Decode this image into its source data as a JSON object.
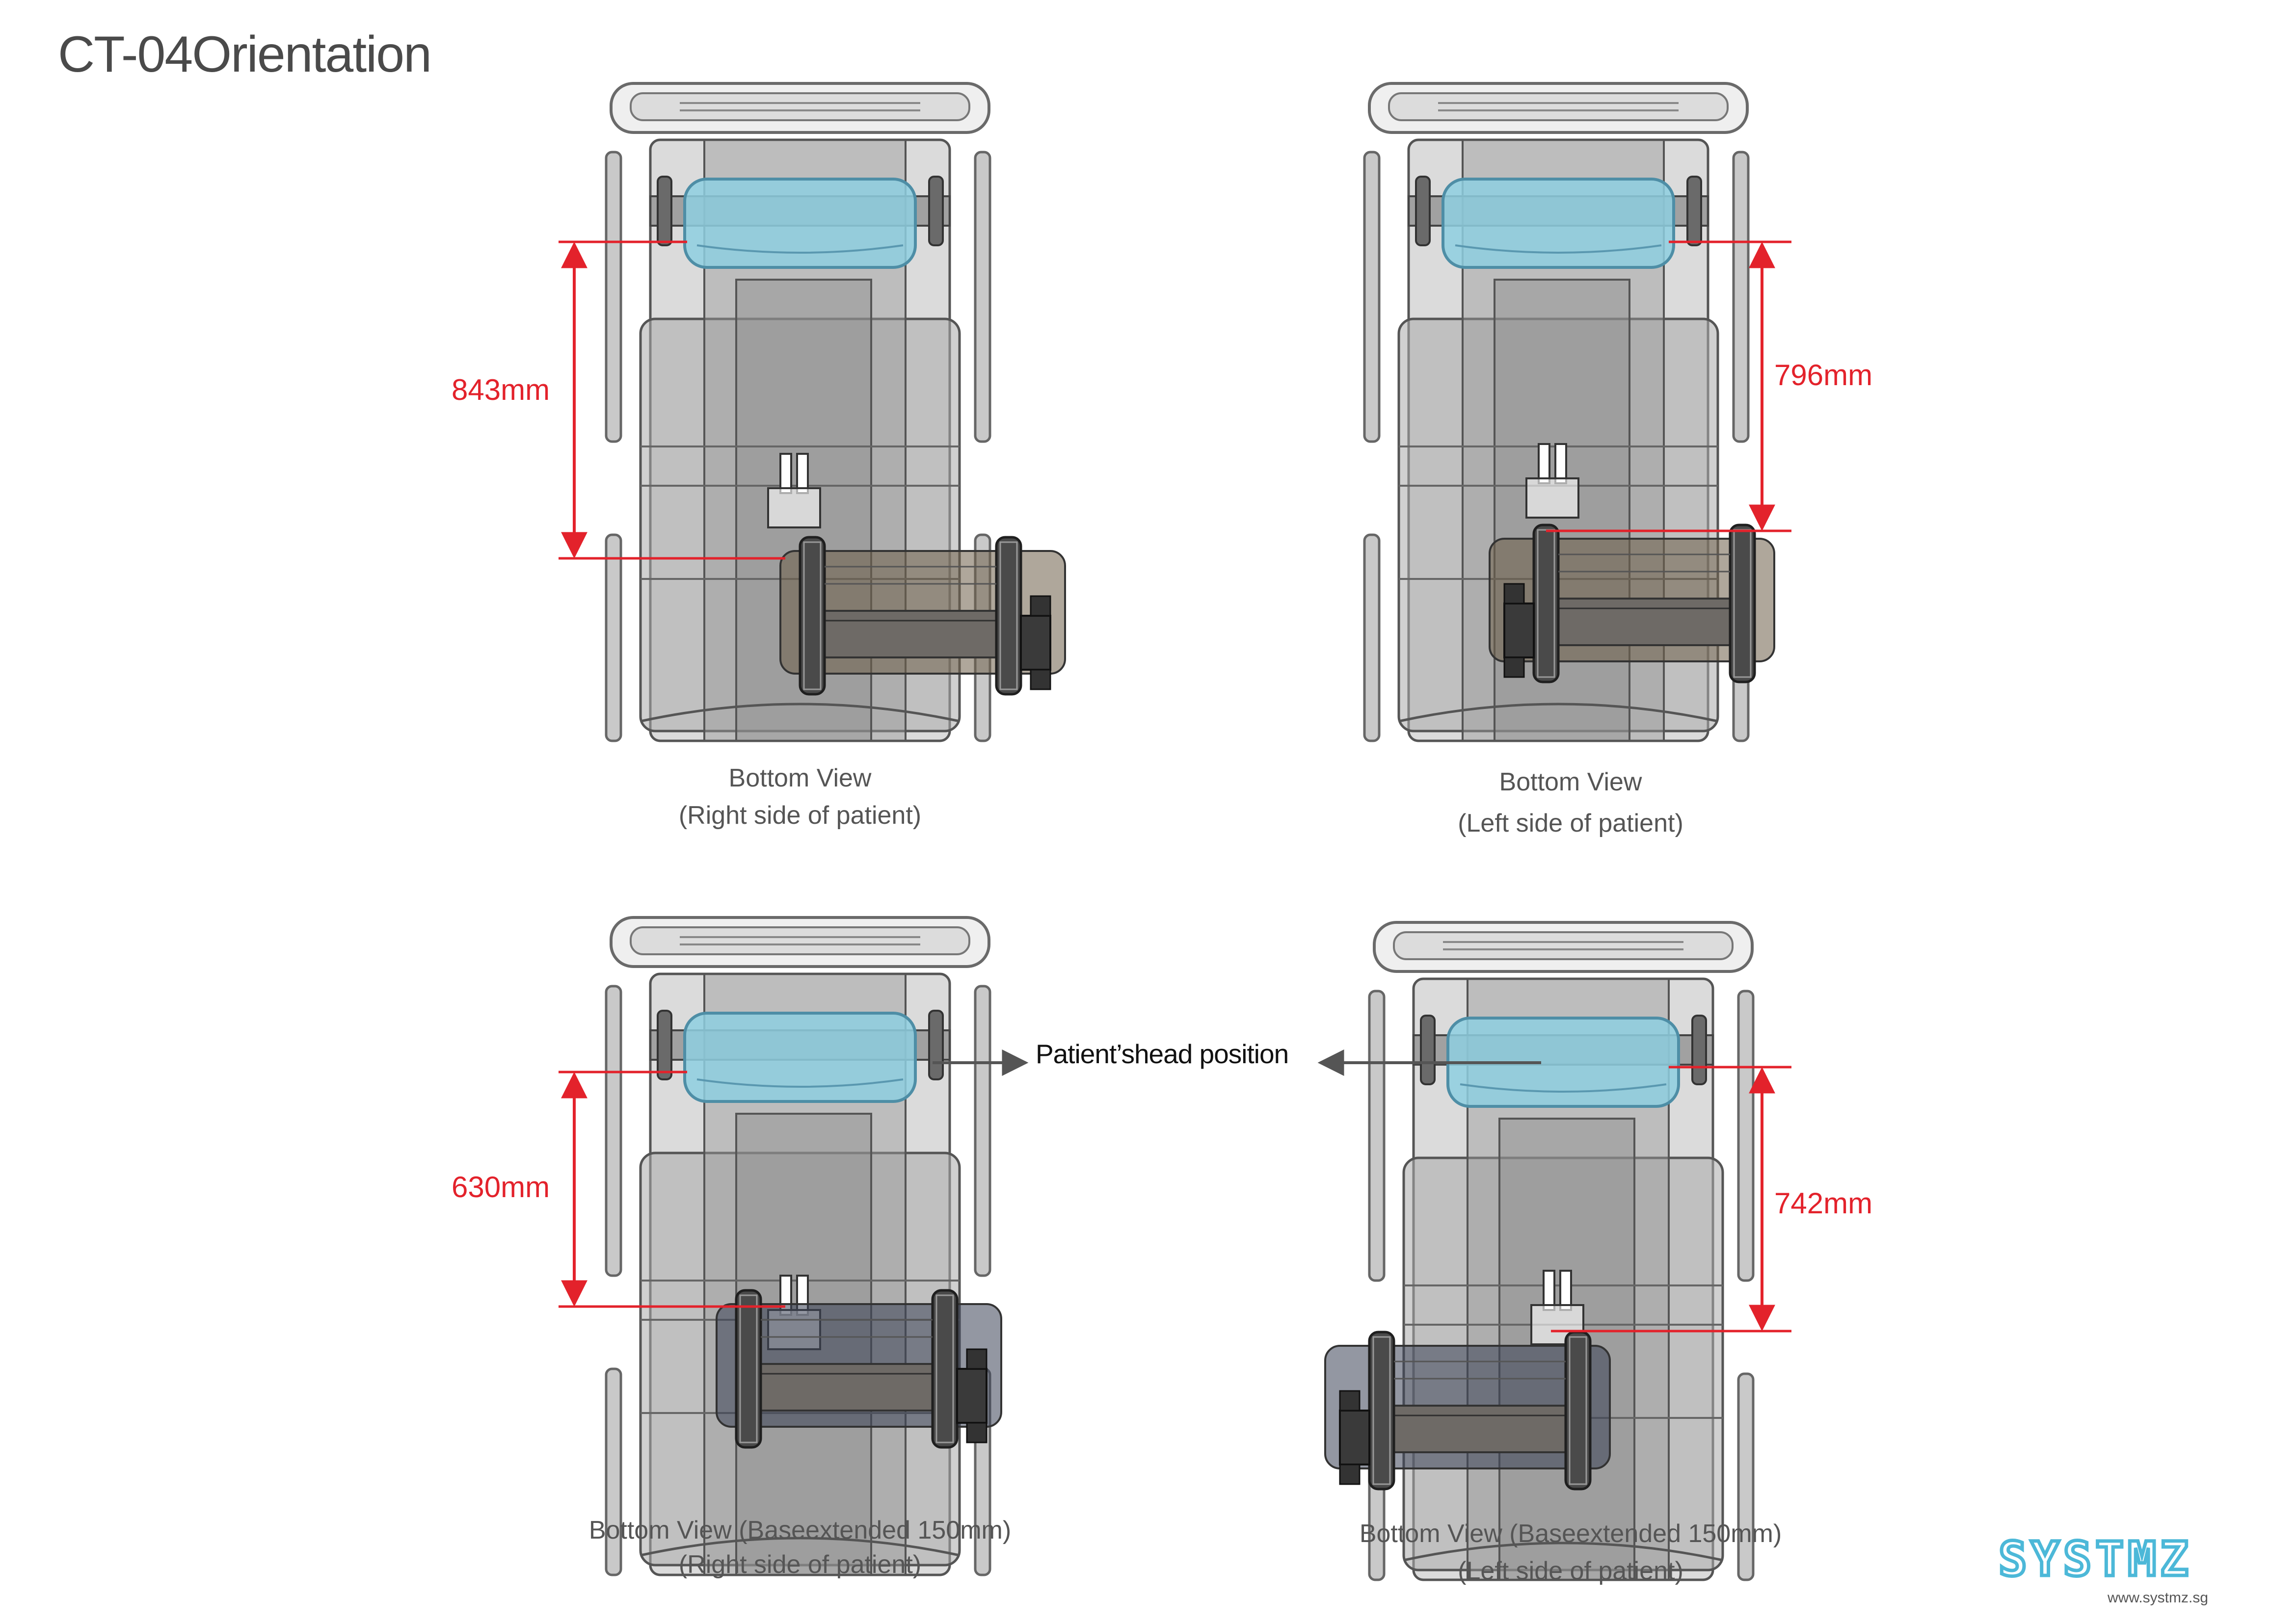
{
  "title": "CT-04Orientation",
  "views": [
    {
      "caption_line1": "Bottom View",
      "caption_line2": "(Right side of patient)",
      "dimension": "843mm"
    },
    {
      "caption_line1": "Bottom View",
      "caption_line2": "(Left side of patient)",
      "dimension": "796mm"
    },
    {
      "caption_line1": "Bottom View (Baseextended 150mm)",
      "caption_line2": "(Right side of patient)",
      "dimension": "630mm"
    },
    {
      "caption_line1": "Bottom View (Baseextended 150mm)",
      "caption_line2": "(Left side of patient)",
      "dimension": "742mm"
    }
  ],
  "callout": "Patient’shead position",
  "logo": {
    "text": "SYSTMZ",
    "url": "www.systmz.sg"
  },
  "colors": {
    "dimension_red": "#e3222b",
    "headrest_blue": "#8ecfe0",
    "frame_gray": "#5e5e5e",
    "base_brown": "#6e5e48",
    "base_navy": "#3a4256",
    "logo_cyan": "#4cb8d8"
  }
}
